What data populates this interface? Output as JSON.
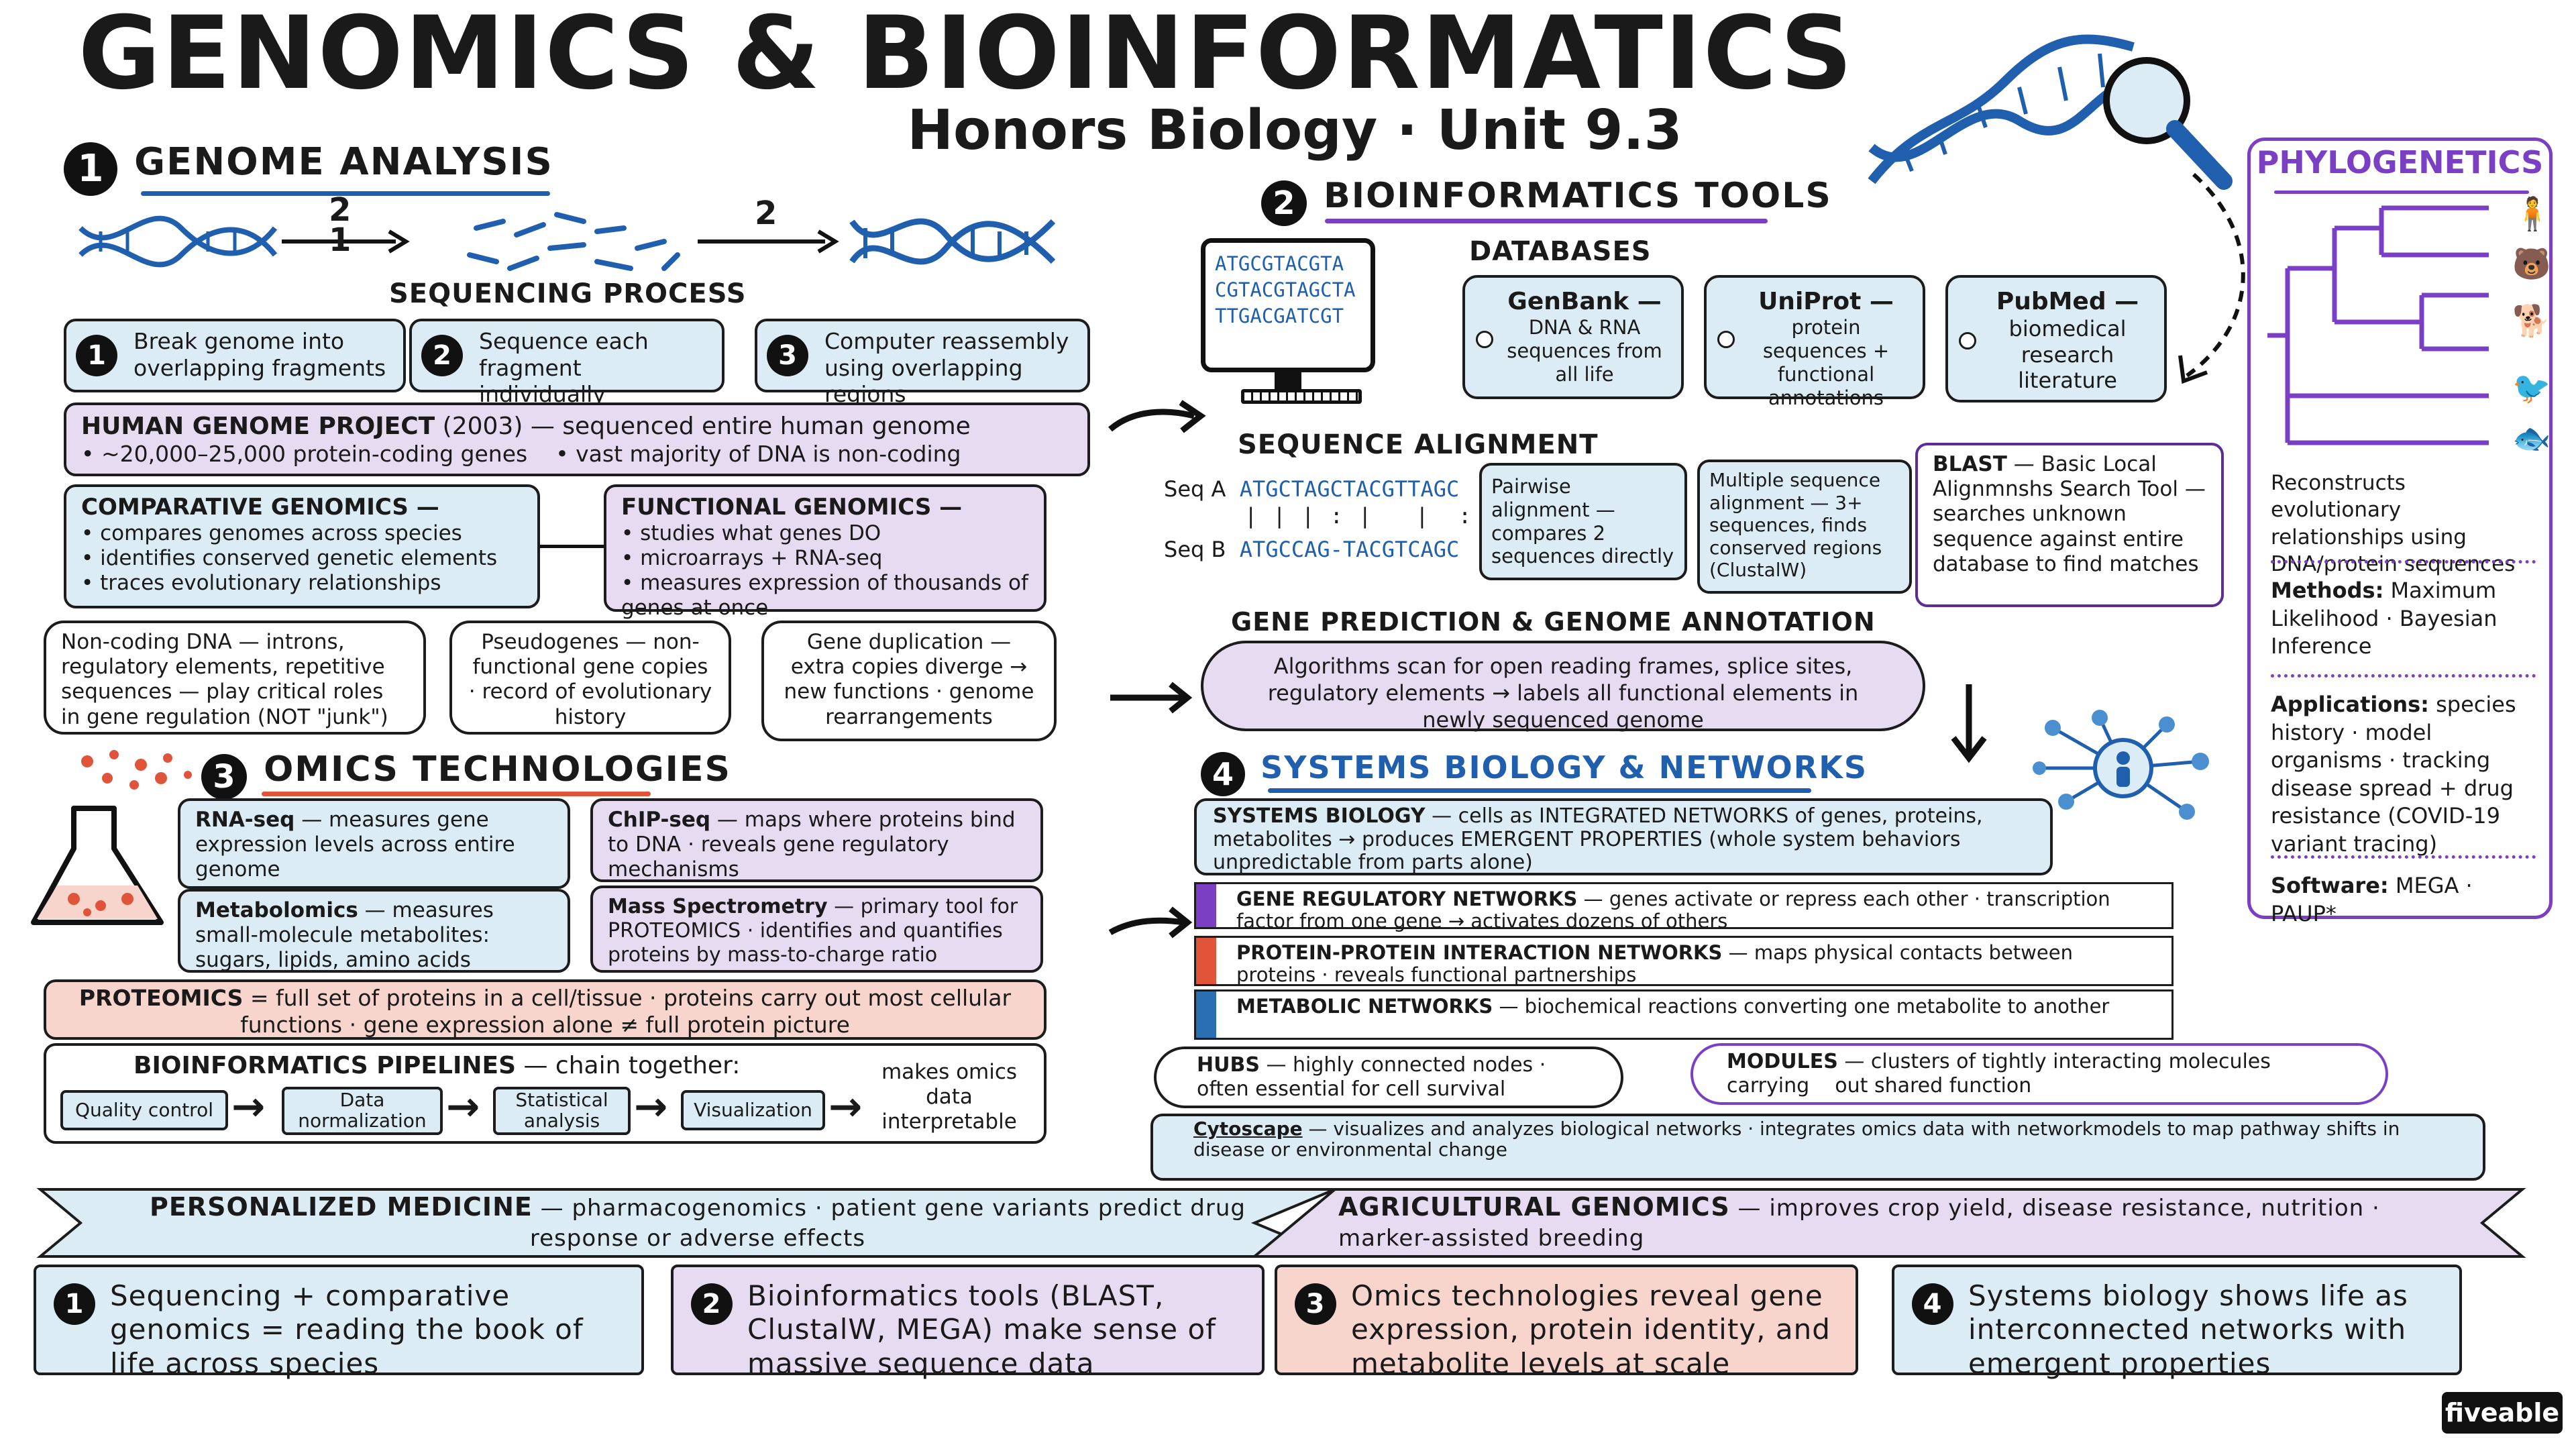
{
  "header": {
    "title": "GENOMICS & BIOINFORMATICS",
    "subtitle": "Honors Biology · Unit 9.3"
  },
  "genome_analysis": {
    "number": "1",
    "title": "GENOME ANALYSIS",
    "dna_label_top": "2",
    "dna_label_bottom": "1",
    "dna_label_right": "2",
    "sequencing_title": "SEQUENCING PROCESS",
    "steps": [
      {
        "num": "1",
        "text": "Break genome into overlapping fragments"
      },
      {
        "num": "2",
        "text": "Sequence each fragment individually"
      },
      {
        "num": "3",
        "text": "Computer reassembly using overlapping regions"
      }
    ],
    "hgp": {
      "title": "HUMAN GENOME PROJECT",
      "year": "(2003)",
      "desc": "— sequenced entire human genome",
      "bullet1": "• ~20,000–25,000 protein-coding genes",
      "bullet2": "• vast majority of DNA is non-coding"
    },
    "comparative": {
      "title": "COMPARATIVE GENOMICS —",
      "items": [
        "• compares genomes across species",
        "• identifies conserved genetic elements",
        "• traces evolutionary relationships"
      ]
    },
    "functional": {
      "title": "FUNCTIONAL GENOMICS —",
      "items": [
        "• studies what genes DO",
        "• microarrays + RNA-seq",
        "• measures expression of thousands of genes at once"
      ]
    },
    "noncoding": "Non-coding DNA — introns, regulatory elements, repetitive sequences — play critical roles in gene regulation (NOT \"junk\")",
    "pseudogenes": "Pseudogenes — non-functional gene copies · record of evolutionary history",
    "duplication": "Gene duplication — extra copies diverge → new functions · genome rearrangements"
  },
  "omics": {
    "number": "3",
    "title": "OMICS TECHNOLOGIES",
    "rnaseq": {
      "bold": "RNA-seq",
      "text": "— measures gene expression levels across entire genome"
    },
    "chipseq": {
      "bold": "ChIP-seq",
      "text": "— maps where proteins bind to DNA · reveals gene regulatory mechanisms"
    },
    "metabolomics": {
      "bold": "Metabolomics",
      "text": "— measures small-molecule metabolites: sugars, lipids, amino acids"
    },
    "massspec": {
      "bold": "Mass Spectrometry",
      "text": "— primary tool for PROTEOMICS · identifies and quantifies proteins by mass-to-charge ratio"
    },
    "proteomics": {
      "bold": "PROTEOMICS",
      "text": "= full set of proteins in a cell/tissue · proteins carry out most cellular functions · gene expression alone ≠ full protein picture"
    },
    "pipelines": {
      "title": "BIOINFORMATICS PIPELINES",
      "desc": "— chain together:",
      "steps": [
        "Quality control",
        "Data normalization",
        "Statistical analysis",
        "Visualization"
      ],
      "result": "makes omics data interpretable"
    }
  },
  "tools": {
    "number": "2",
    "title": "BIOINFORMATICS TOOLS",
    "monitor_lines": [
      "ATGCGTACGTA",
      "CGTACGTAGCTA",
      "TTGACGATCGT"
    ],
    "databases_title": "DATABASES",
    "databases": [
      {
        "name": "GenBank —",
        "desc": "DNA & RNA sequences from all life"
      },
      {
        "name": "UniProt —",
        "desc": "protein sequences + functional annotations"
      },
      {
        "name": "PubMed —",
        "desc": "biomedical research literature"
      }
    ],
    "alignment_title": "SEQUENCE ALIGNMENT",
    "seq_a_label": "Seq A",
    "seq_a": "ATGCTAGCTACGTTAGC",
    "match_line": "| | | : |   |  : : |",
    "seq_b_label": "Seq B",
    "seq_b": "ATGCCAG-TACGTCAGC",
    "pairwise": "Pairwise alignment — compares 2 sequences directly",
    "multiple": "Multiple sequence alignment — 3+ sequences, finds conserved regions (ClustalW)",
    "blast": {
      "bold": "BLAST",
      "text": "— Basic Local Alignmnshs Search Tool — searches unknown sequence against entire database to find matches"
    },
    "gene_pred_title": "GENE PREDICTION & GENOME ANNOTATION",
    "gene_pred_text": "Algorithms scan for open reading frames, splice sites, regulatory elements → labels all functional elements in newly sequenced genome"
  },
  "systems": {
    "number": "4",
    "title": "SYSTEMS BIOLOGY & NETWORKS",
    "systems_bio": {
      "bold": "SYSTEMS BIOLOGY",
      "text": "— cells as INTEGRATED NETWORKS of genes, proteins, metabolites → produces EMERGENT PROPERTIES (whole system behaviors unpredictable from parts alone)"
    },
    "networks": [
      {
        "bold": "GENE REGULATORY NETWORKS",
        "text": "— genes activate or repress each other · transcription factor from one gene → activates dozens of others",
        "color": "#7b3fc4"
      },
      {
        "bold": "PROTEIN-PROTEIN INTERACTION NETWORKS",
        "text": "— maps physical contacts between proteins · reveals functional partnerships",
        "color": "#e0543a"
      },
      {
        "bold": "METABOLIC NETWORKS",
        "text": "— biochemical reactions converting one metabolite to another",
        "color": "#2b6fb3"
      }
    ],
    "hubs": {
      "bold": "HUBS",
      "text": "— highly connected nodes · often essential for cell survival"
    },
    "modules": {
      "bold": "MODULES",
      "text": "— clusters of tightly interacting molecules carrying    out shared function"
    },
    "cytoscape": {
      "bold": "Cytoscape",
      "text": "— visualizes and analyzes biological networks · integrates omics data with networkmodels to map pathway shifts in disease or environmental change"
    }
  },
  "phylogenetics": {
    "title": "PHYLOGENETICS",
    "desc": "Reconstructs evolutionary relationships using DNA/protein sequences",
    "methods_bold": "Methods:",
    "methods": "Maximum Likelihood · Bayesian Inference",
    "applications_bold": "Applications:",
    "applications": "species history · model organisms · tracking disease spread + drug resistance (COVID-19 variant tracing)",
    "software_bold": "Software:",
    "software": "MEGA · PAUP*"
  },
  "banners": {
    "personalized": {
      "bold": "PERSONALIZED MEDICINE",
      "text": "— pharmacogenomics · patient gene variants predict drug response or adverse effects"
    },
    "agricultural": {
      "bold": "AGRICULTURAL GENOMICS",
      "text": "— improves crop yield, disease resistance, nutrition · marker-assisted breeding"
    }
  },
  "summary": [
    {
      "num": "1",
      "text": "Sequencing + comparative genomics = reading the book of life across species"
    },
    {
      "num": "2",
      "text": "Bioinformatics tools (BLAST, ClustalW, MEGA) make sense of massive sequence data"
    },
    {
      "num": "3",
      "text": "Omics technologies reveal gene expression, protein identity, and metabolite levels at scale"
    },
    {
      "num": "4",
      "text": "Systems biology shows life as interconnected networks with emergent properties"
    }
  ],
  "brand": "fiveable",
  "colors": {
    "blue_box": "#dcecf5",
    "purple_box": "#e6dbf1",
    "pink_box": "#f8d5cc",
    "accent_blue": "#1f5fae",
    "accent_purple": "#7b3fc4",
    "accent_red": "#e0543a"
  }
}
